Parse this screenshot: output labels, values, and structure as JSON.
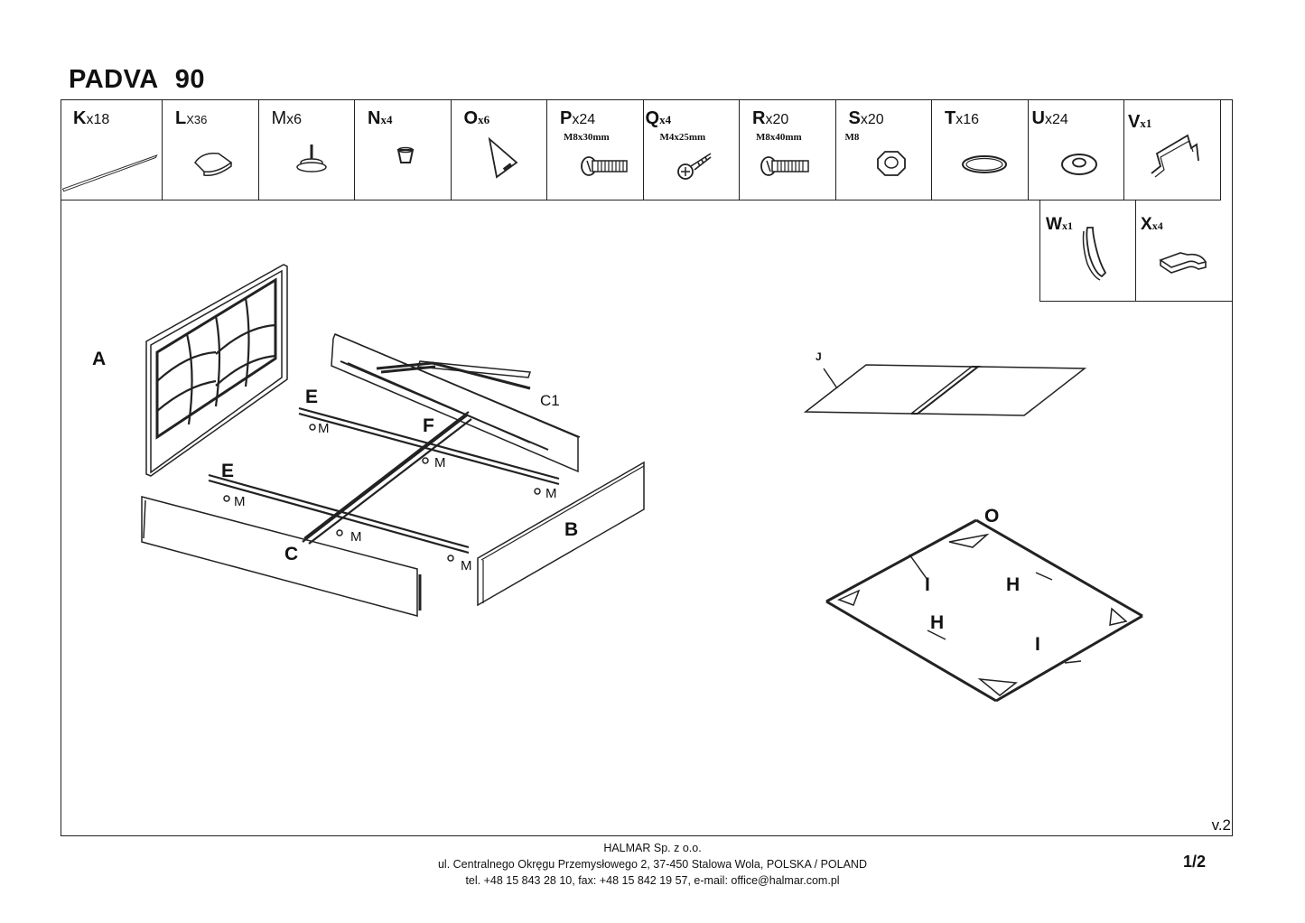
{
  "header": {
    "model": "PADVA",
    "size": "90"
  },
  "parts": [
    {
      "code": "K",
      "qty": "x18",
      "spec": "",
      "icon": "slat-icon"
    },
    {
      "code": "L",
      "qty": "X36",
      "spec": "",
      "icon": "slat-cap-icon"
    },
    {
      "code": "M",
      "qty": "x6",
      "spec": "",
      "icon": "adjustable-foot-icon"
    },
    {
      "code": "N",
      "qty": "x4",
      "spec": "",
      "icon": "cap-icon"
    },
    {
      "code": "O",
      "qty": "x6",
      "spec": "",
      "icon": "corner-bracket-icon"
    },
    {
      "code": "P",
      "qty": "x24",
      "spec": "M8x30mm",
      "icon": "bolt-icon"
    },
    {
      "code": "Q",
      "qty": "x4",
      "spec": "M4x25mm",
      "icon": "screw-icon"
    },
    {
      "code": "R",
      "qty": "x20",
      "spec": "M8x40mm",
      "icon": "bolt-icon"
    },
    {
      "code": "S",
      "qty": "x20",
      "spec": "M8",
      "icon": "nut-icon"
    },
    {
      "code": "T",
      "qty": "x16",
      "spec": "",
      "icon": "spring-washer-icon"
    },
    {
      "code": "U",
      "qty": "x24",
      "spec": "",
      "icon": "washer-icon"
    },
    {
      "code": "V",
      "qty": "x1",
      "spec": "",
      "icon": "bracket-icon"
    }
  ],
  "extra_parts": [
    {
      "code": "W",
      "qty": "x1",
      "icon": "allen-key-icon"
    },
    {
      "code": "X",
      "qty": "x4",
      "icon": "corner-pad-icon"
    }
  ],
  "labels": {
    "A": "A",
    "B": "B",
    "C": "C",
    "C1": "C1",
    "E": "E",
    "F": "F",
    "M": "M",
    "J": "J",
    "O": "O",
    "H": "H",
    "I": "I"
  },
  "version": "v.2",
  "footer": {
    "company": "HALMAR Sp. z o.o.",
    "address": "ul. Centralnego Okręgu Przemysłowego 2, 37-450 Stalowa Wola, POLSKA / POLAND",
    "contact": "tel. +48 15 843 28 10, fax: +48 15 842 19 57, e-mail: office@halmar.com.pl"
  },
  "page": "1/2"
}
